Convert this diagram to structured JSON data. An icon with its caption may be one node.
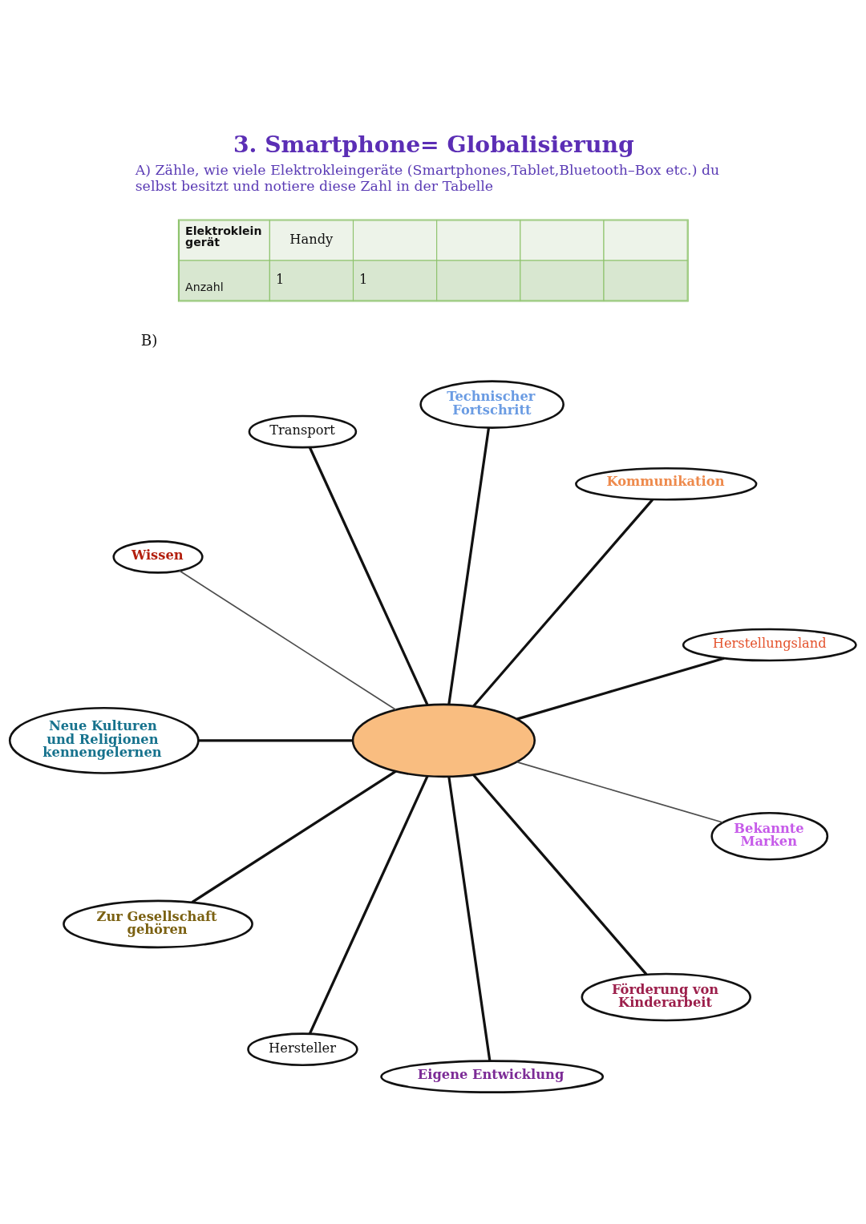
{
  "diagram": {
    "title": "3. Smartphone= Globalisierung",
    "nodes": [
      {
        "text": [
          "Transport"
        ]
      },
      {
        "text": [
          "Technischer Fortschritt"
        ]
      },
      {
        "text": [
          "Kommunikation"
        ]
      },
      {
        "text": [
          "Wissen"
        ]
      },
      {
        "text": [
          "Neue Kulturen und Religionen kennengelernen"
        ]
      },
      {
        "text": [],
        "shape": "ellipse"
      },
      {
        "text": [
          "Herstellungsland"
        ]
      },
      {
        "text": [
          "Zur Gesellschaft gehören"
        ]
      },
      {
        "text": [
          "Eigene Entwicklung"
        ]
      },
      {
        "text": [
          "Bekannte Marken"
        ]
      },
      {
        "text": [
          "Hersteller"
        ]
      },
      {
        "text": [
          "Förderung von Kinderarbeit"
        ]
      }
    ],
    "edges": [
      {
        "from": 5,
        "to": 6,
        "arrow": "none"
      },
      {
        "from": 5,
        "to": 2,
        "arrow": "none"
      },
      {
        "from": 5,
        "to": 1,
        "arrow": "none"
      },
      {
        "from": 5,
        "to": 0,
        "arrow": "none"
      },
      {
        "from": 5,
        "to": 3,
        "arrow": "none",
        "color": "#4d4d4d"
      },
      {
        "from": 5,
        "to": 4,
        "arrow": "none"
      },
      {
        "from": 5,
        "to": 7,
        "arrow": "none"
      },
      {
        "from": 5,
        "to": 10,
        "arrow": "none"
      },
      {
        "from": 5,
        "to": 8,
        "arrow": "none"
      },
      {
        "from": 5,
        "to": 11,
        "arrow": "none"
      },
      {
        "from": 5,
        "to": 9,
        "arrow": "none",
        "color": "#4d4d4d"
      }
    ],
    "labels": [
      "A) Zähle, wie viele Elektrokleingeräte (Smartphones,Tablet,Bluetooth–Box etc.) du selbst besitzt und notiere diese Zahl in der Tabelle",
      "Elektroklein gerät",
      "Handy",
      "Anzahl",
      "1",
      "1",
      "B)"
    ]
  }
}
